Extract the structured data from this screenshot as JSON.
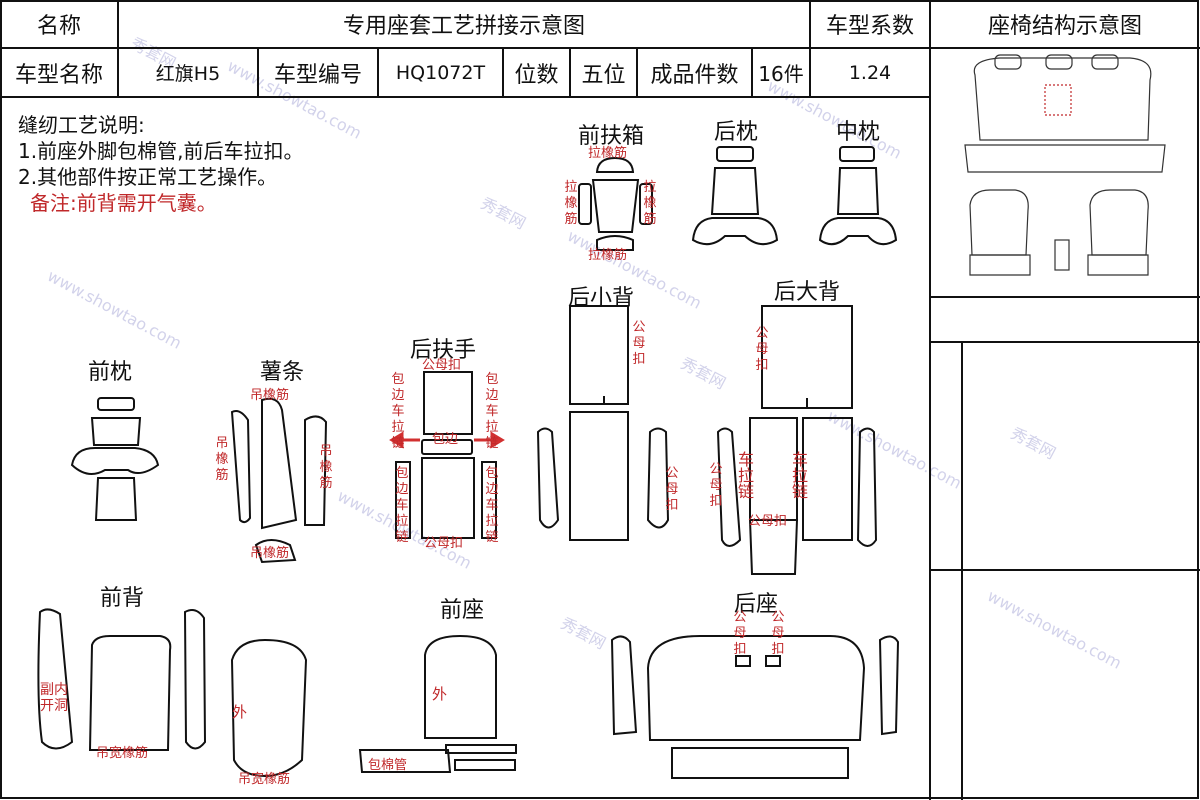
{
  "header": {
    "name_label": "名称",
    "title": "专用座套工艺拼接示意图",
    "coef_label": "车型系数",
    "struct_label": "座椅结构示意图"
  },
  "info": {
    "model_name_label": "车型名称",
    "model_name": "红旗H5",
    "model_no_label": "车型编号",
    "model_no": "HQ1072T",
    "seats_label": "位数",
    "seats": "五位",
    "pieces_label": "成品件数",
    "pieces": "16件",
    "coef": "1.24"
  },
  "notes": {
    "heading": "缝纫工艺说明:",
    "line1": "1.前座外脚包棉管,前后车拉扣。",
    "line2": "2.其他部件按正常工艺操作。",
    "remark": "备注:前背需开气囊。"
  },
  "sections": {
    "front_box": "前扶箱",
    "rear_head": "后枕",
    "mid_head": "中枕",
    "rear_small_back": "后小背",
    "rear_big_back": "后大背",
    "front_head": "前枕",
    "strip": "薯条",
    "rear_arm": "后扶手",
    "front_back": "前背",
    "front_seat": "前座",
    "rear_seat": "后座"
  },
  "labels": {
    "pull_band": "拉橡筋",
    "pull_band_v": "拉橡筋",
    "hang_band": "吊橡筋",
    "buckle": "公母扣",
    "edge_zip": "包边车拉链",
    "edge": "包边",
    "car_zip": "车拉链",
    "wide_band": "吊宽橡筋",
    "inner_hole": "副内开洞",
    "outer": "外",
    "cotton_tube": "包棉管"
  },
  "watermark": {
    "brand": "秀套网",
    "url": "www.showtao.com"
  },
  "colors": {
    "line": "#111111",
    "annotation": "#c0282a",
    "arrow": "#d23030",
    "watermark": "#c8c8e6"
  }
}
